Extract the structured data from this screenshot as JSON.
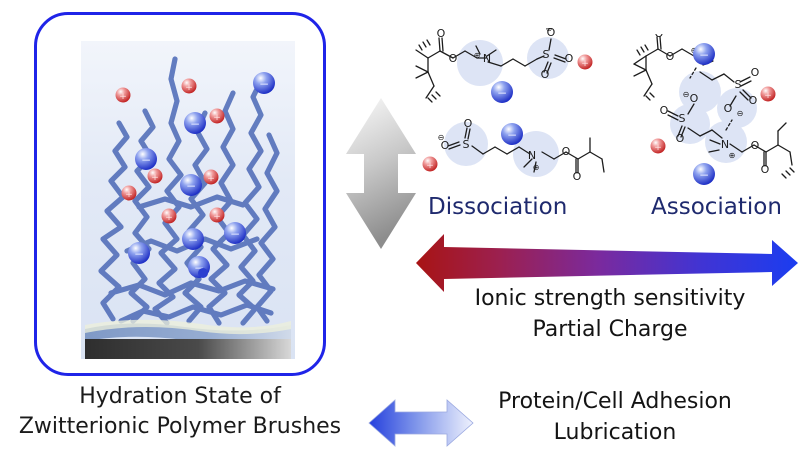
{
  "figure": {
    "title": "Hydration State of Zwitterionic Polymer Brushes",
    "background_color": "#ffffff"
  },
  "left_panel": {
    "border_color": "#1f24e8",
    "panel_background": "#e4eaf6",
    "substrate_color": "#3a3a3a",
    "polymer_chain_color": "#5b76bd",
    "caption_line1": "Hydration State of",
    "caption_line2": "Zwitterionic Polymer Brushes",
    "ions": {
      "cation_label": "+",
      "cation_color": "#e03b3b",
      "anion_label": "−",
      "anion_color": "#2c3fd6"
    }
  },
  "center": {
    "vertical_arrow_name": "vertical-double-arrow",
    "vertical_arrow_color_top": "#f2f2f2",
    "vertical_arrow_color_bottom": "#8a8a8a"
  },
  "right_panel": {
    "state_left_label": "Dissociation",
    "state_right_label": "Association",
    "state_label_color": "#1f2a6e",
    "gradient_arrow": {
      "left_color": "#b01717",
      "mid_color": "#7a2a9e",
      "right_color": "#1d3fe8"
    },
    "property_line1": "Ionic strength sensitivity",
    "property_line2": "Partial Charge",
    "application_line1": "Protein/Cell Adhesion",
    "application_line2": "Lubrication",
    "blue_arrow": {
      "left_color": "#2b46d8",
      "right_color": "#e8ecfb"
    }
  },
  "molecules": {
    "dissociation": {
      "name": "sulfobetaine-methacrylate-dissociated",
      "atoms": [
        "O",
        "N",
        "S",
        "O"
      ],
      "charges": [
        "⊕",
        "⊖"
      ],
      "highlight_color": "#dce3f5"
    },
    "association": {
      "name": "sulfobetaine-methacrylate-associated-pair",
      "atoms": [
        "O",
        "N",
        "S",
        "O"
      ],
      "charges": [
        "⊕",
        "⊖"
      ],
      "highlight_color": "#dce3f5"
    }
  }
}
